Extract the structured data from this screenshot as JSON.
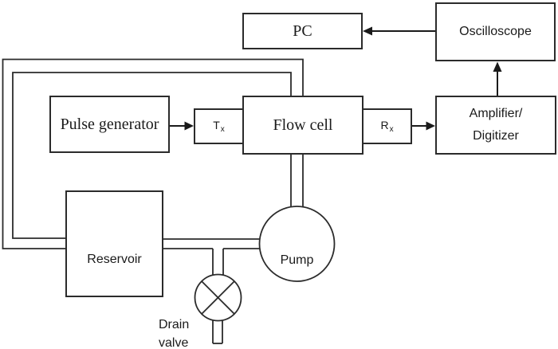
{
  "diagram": {
    "background": "#ffffff",
    "line_color": "#2b2b2b",
    "text_color": "#1a1a1a",
    "nodes": {
      "pc": {
        "label": "PC"
      },
      "oscilloscope": {
        "label": "Oscilloscope"
      },
      "amplifier_digitizer": {
        "line1": "Amplifier/",
        "line2": "Digitizer"
      },
      "pulse_generator": {
        "label": "Pulse generator"
      },
      "transmitter": {
        "label": "T",
        "subscript": "x"
      },
      "flow_cell": {
        "label": "Flow cell"
      },
      "receiver": {
        "label": "R",
        "subscript": "x"
      },
      "reservoir": {
        "label": "Reservoir"
      },
      "pump": {
        "label": "Pump"
      },
      "drain_valve": {
        "line1": "Drain",
        "line2": "valve"
      }
    },
    "connections": [
      {
        "from": "oscilloscope",
        "to": "pc",
        "type": "signal-arrow"
      },
      {
        "from": "amplifier_digitizer",
        "to": "oscilloscope",
        "type": "signal-arrow"
      },
      {
        "from": "pulse_generator",
        "to": "transmitter",
        "type": "signal-arrow"
      },
      {
        "from": "receiver",
        "to": "amplifier_digitizer",
        "type": "signal-arrow"
      },
      {
        "from": "flow_cell",
        "to": "reservoir",
        "type": "pipe"
      },
      {
        "from": "reservoir",
        "to": "pump",
        "type": "pipe"
      },
      {
        "from": "pump",
        "to": "flow_cell",
        "type": "pipe"
      },
      {
        "from": "reservoir_pump_pipe",
        "to": "drain_valve",
        "type": "pipe"
      }
    ]
  }
}
